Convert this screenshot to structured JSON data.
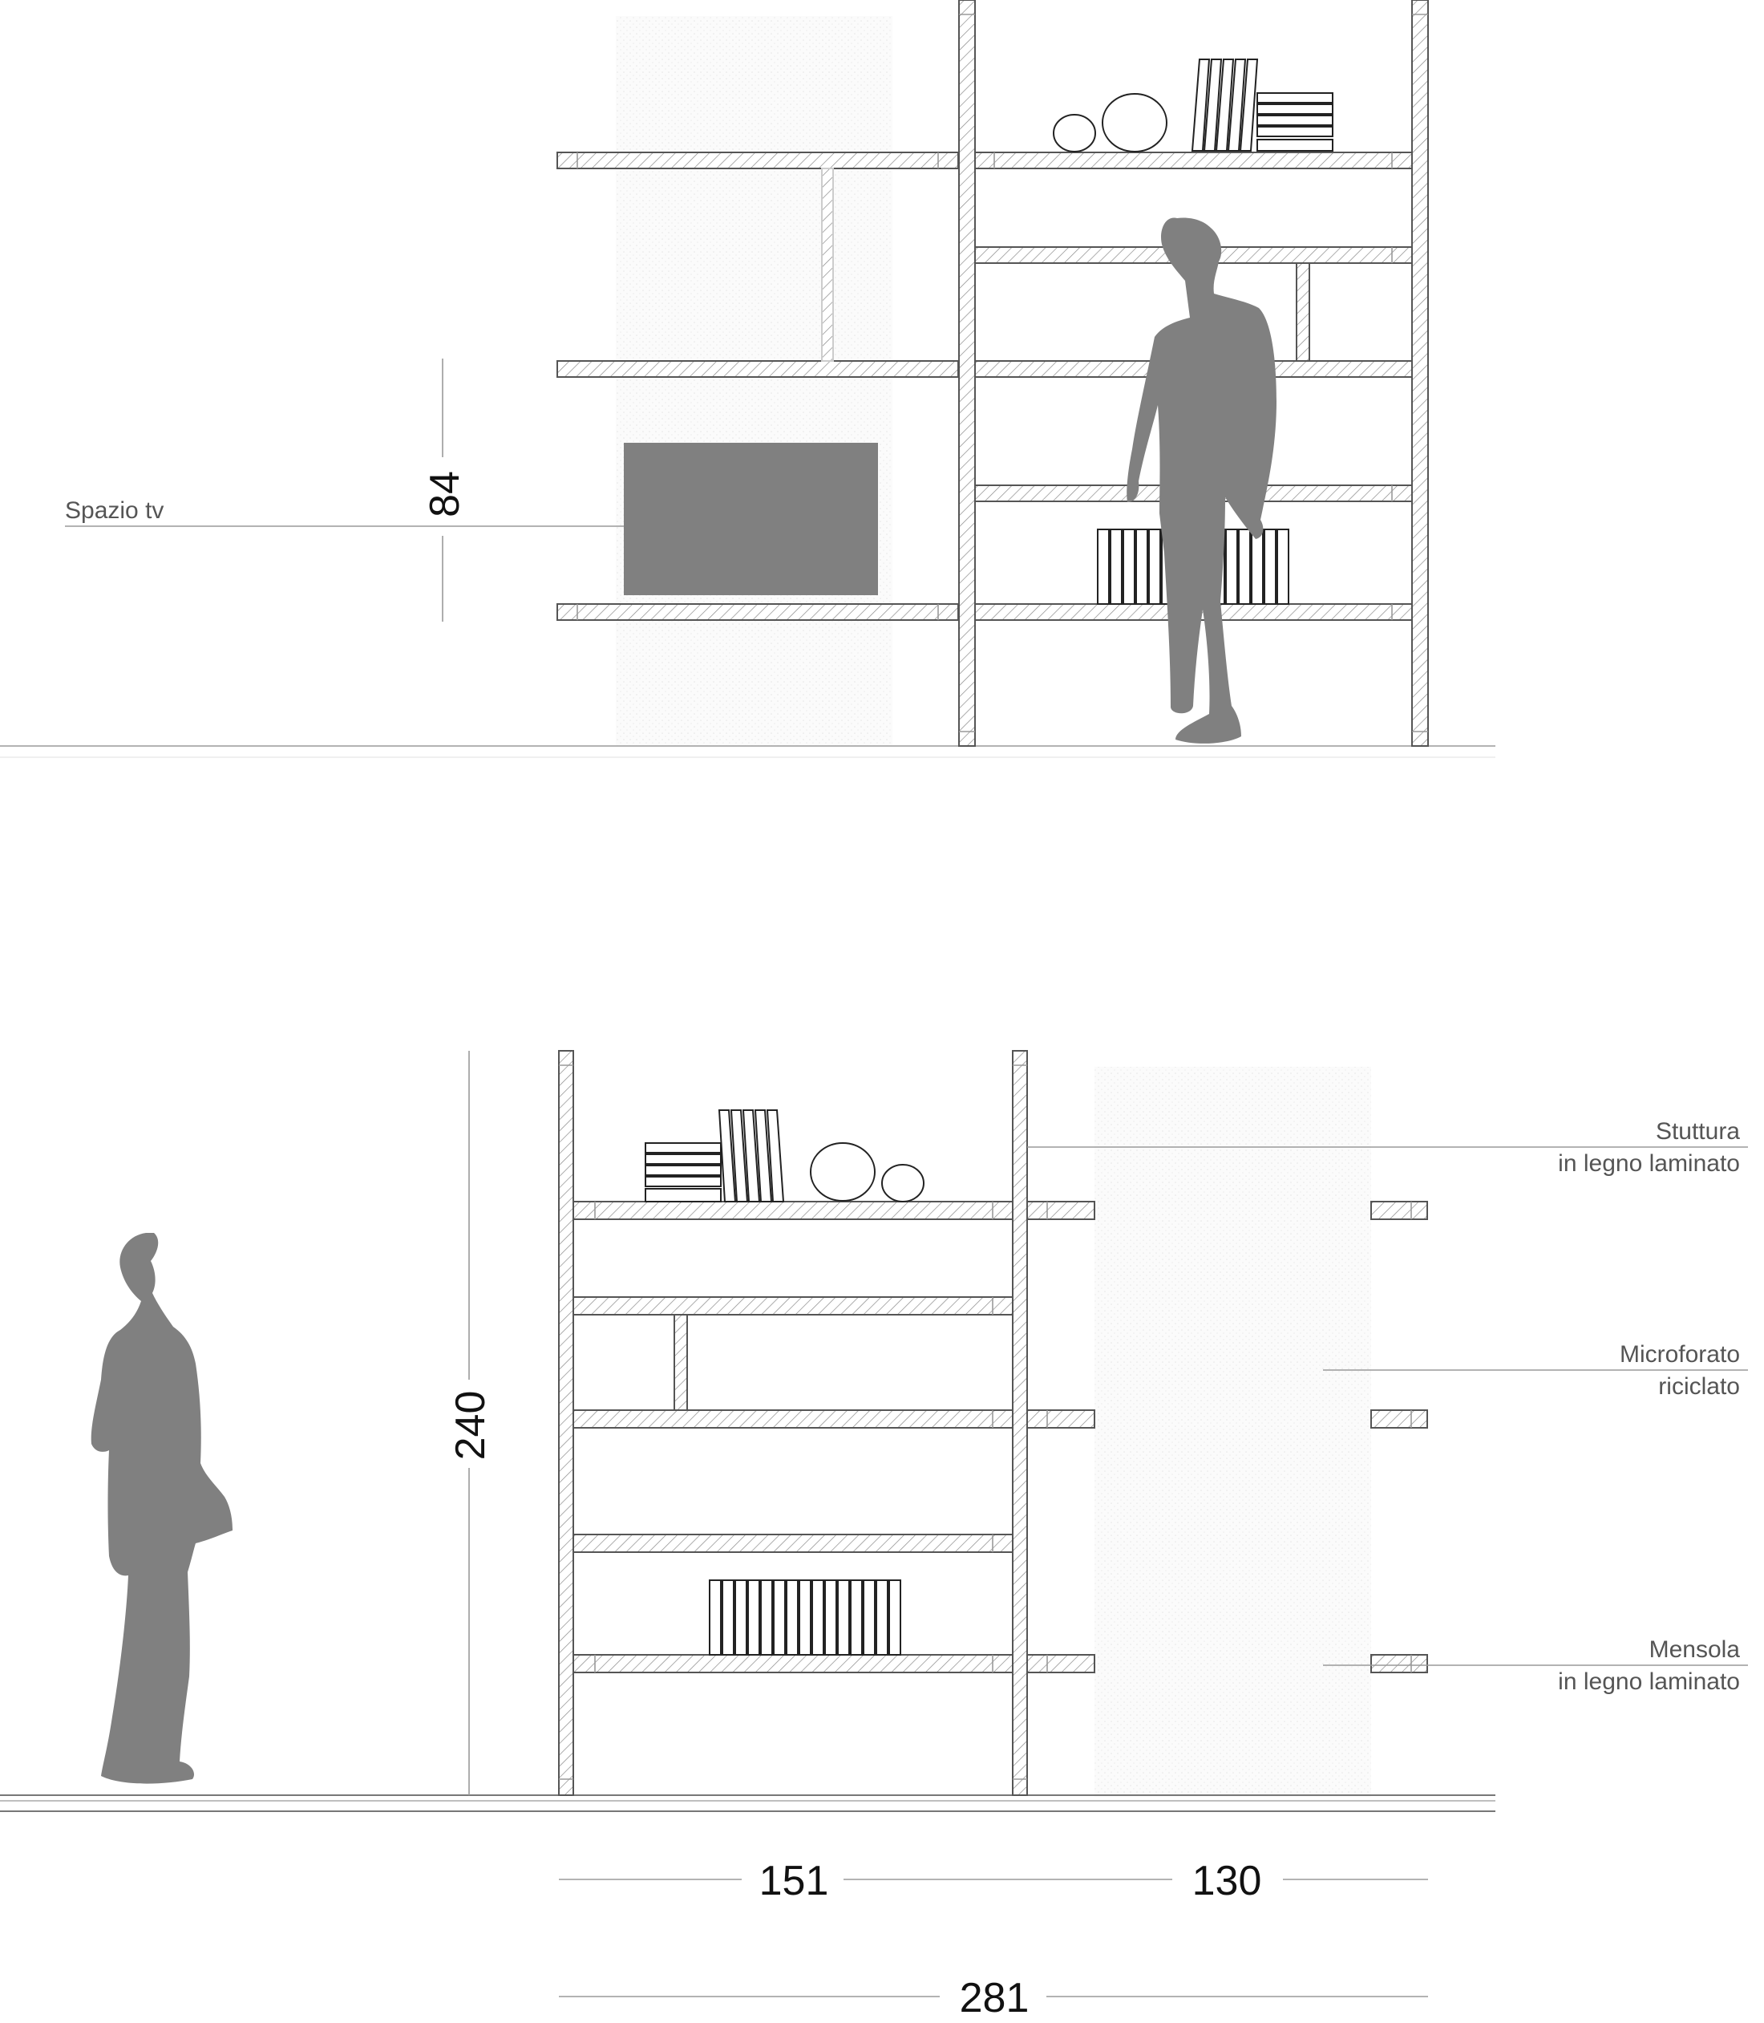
{
  "labels": {
    "tv_space": "Spazio tv",
    "structure_line1": "Stuttura",
    "structure_line2": "in legno laminato",
    "perforated_line1": "Microforato",
    "perforated_line2": "riciclato",
    "shelf_line1": "Mensola",
    "shelf_line2": "in legno laminato"
  },
  "dimensions": {
    "tv_height": "84",
    "total_height": "240",
    "left_width": "151",
    "right_width": "130",
    "total_width": "281"
  },
  "colors": {
    "silhouette": "#808080",
    "tv": "#808080",
    "hatch": "#555555"
  }
}
